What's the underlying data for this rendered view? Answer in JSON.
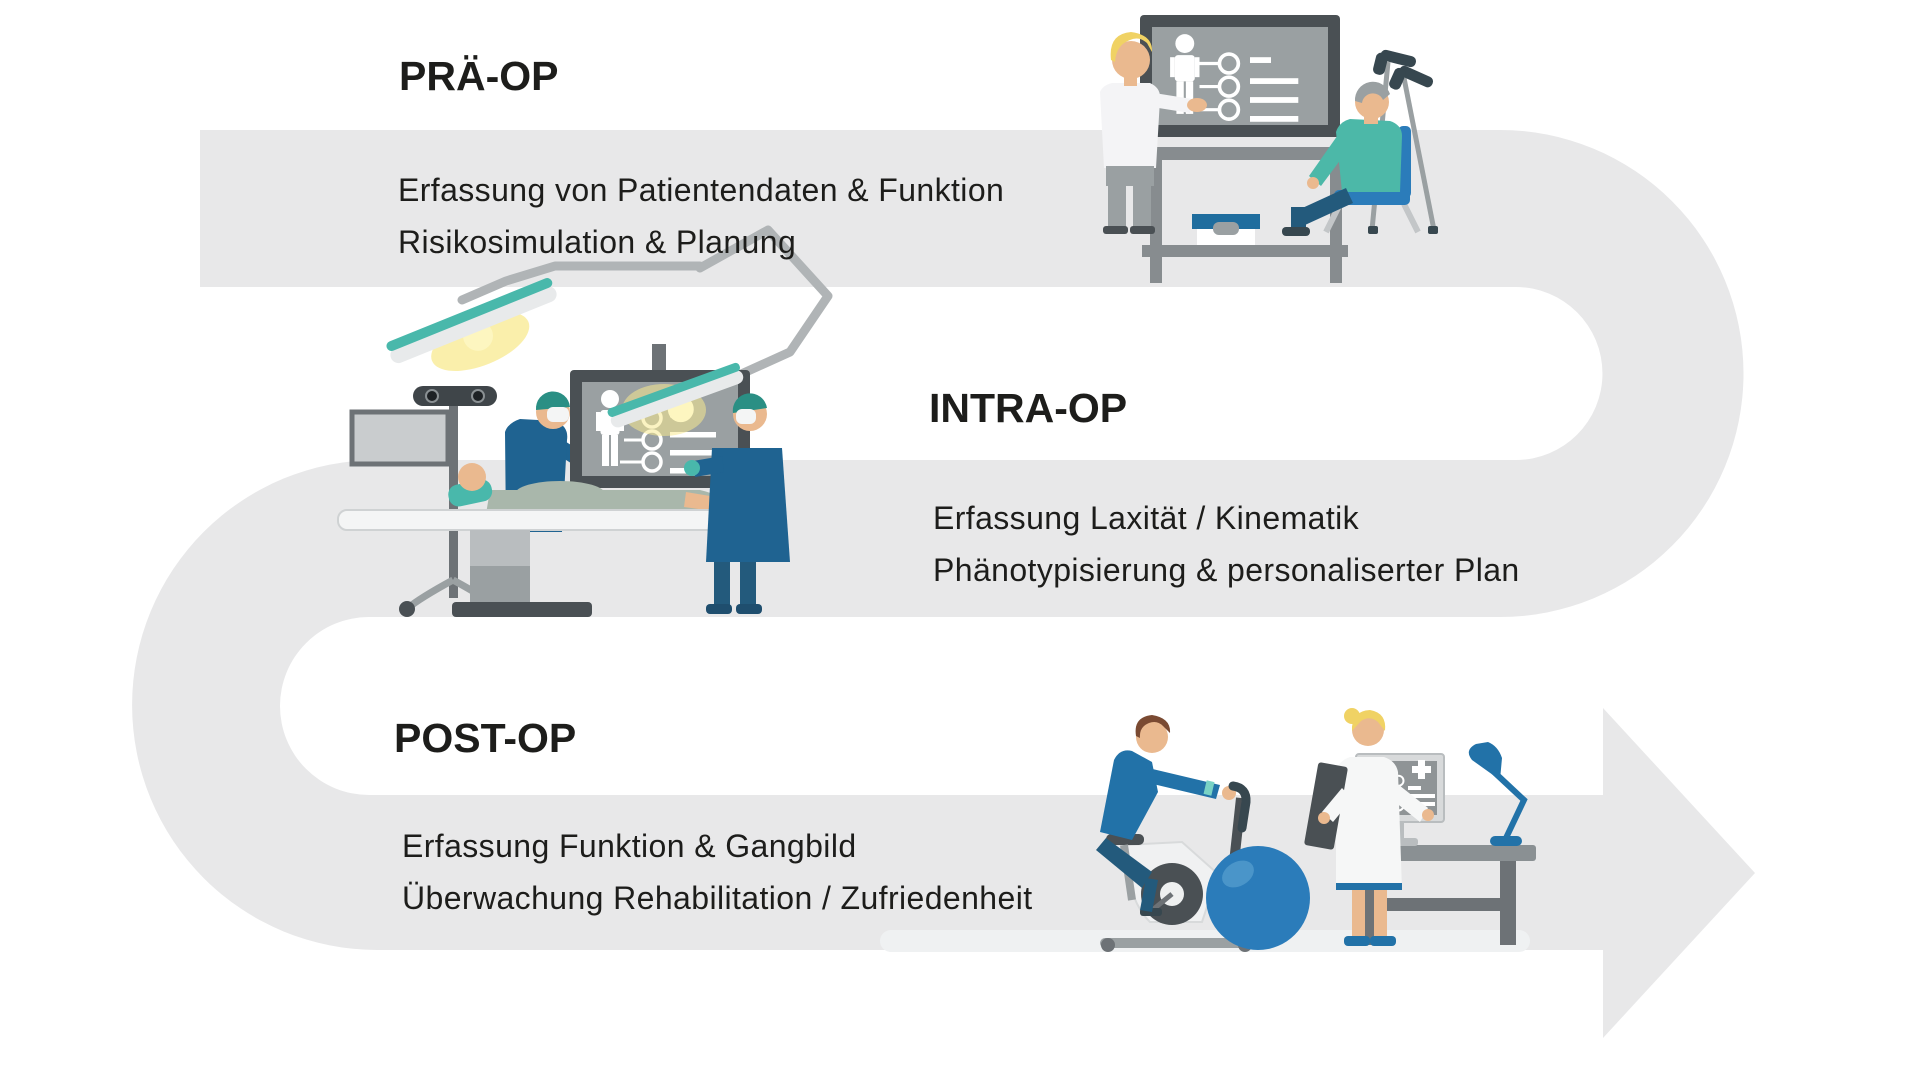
{
  "palette": {
    "band_gray": "#e8e8e9",
    "text_black": "#1d1d1b",
    "accent_blue": "#2b7cba",
    "steel_blue": "#1f6391",
    "teal": "#49b8ab",
    "dark_gray": "#4a5054",
    "mid_gray": "#9aa0a2",
    "skin": "#eab98f",
    "blond": "#f0d264",
    "glow_yellow": "#f8e98f"
  },
  "stages": [
    {
      "id": "pre-op",
      "title": "PRÄ-OP",
      "lines": [
        "Erfassung von Patientendaten & Funktion",
        "Risikosimulation & Planung"
      ]
    },
    {
      "id": "intra-op",
      "title": "INTRA-OP",
      "lines": [
        "Erfassung Laxität / Kinematik",
        "Phänotypisierung & personaliserter Plan"
      ]
    },
    {
      "id": "post-op",
      "title": "POST-OP",
      "lines": [
        "Erfassung Funktion & Gangbild",
        "Überwachung Rehabilitation / Zufriedenheit"
      ]
    }
  ]
}
